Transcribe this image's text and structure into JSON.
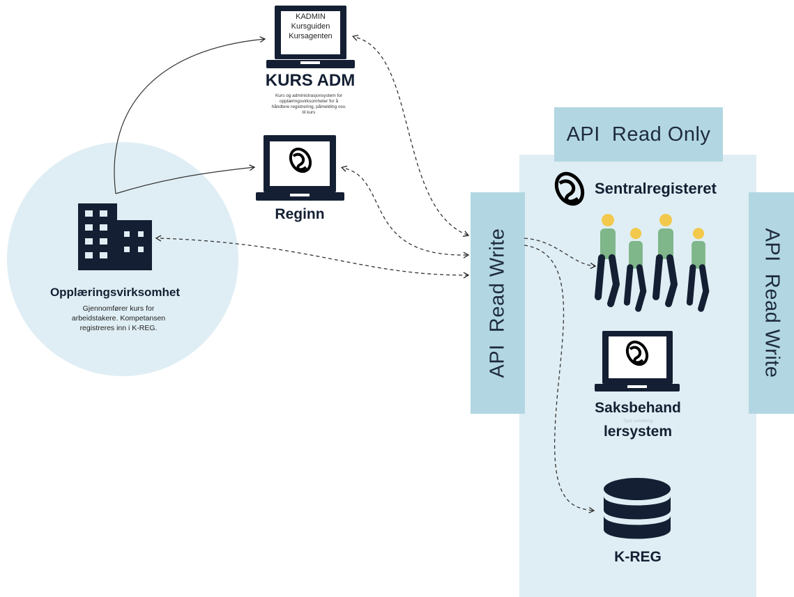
{
  "kurs_adm": {
    "screen_lines": [
      "KADMIN",
      "Kursguiden",
      "Kursagenten"
    ],
    "title": "KURS ADM",
    "description": "Kurs og administrasjonsystem for opplæringsvirksomheter for å håndtere registrering, påmelding osv. til kurs"
  },
  "reginn": {
    "title": "Reginn"
  },
  "organization": {
    "title": "Opplæringsvirksomhet",
    "description": "Gjennomfører kurs for arbeidstakere. Kompetansen registreres inn i K-REG."
  },
  "sentralregisteret": {
    "title": "Sentralregisteret",
    "api_read_only": "API  Read Only",
    "api_read_write_left": "API  Read Write",
    "api_read_write_right": "API  Read Write",
    "saksbehandler": {
      "line1": "Saksbehand",
      "line2": "lersystem",
      "placeholder": "Type something"
    },
    "kreg": "K-REG"
  },
  "colors": {
    "navy": "#141f33",
    "panel_light": "#dfeef4",
    "api_bar": "#b2d7e2",
    "worker_shirt": "#7fb68a",
    "worker_helmet": "#f2c94c"
  },
  "icons": [
    "laptop-icon",
    "logo-icon",
    "building-icon",
    "workers-icon",
    "database-icon"
  ]
}
